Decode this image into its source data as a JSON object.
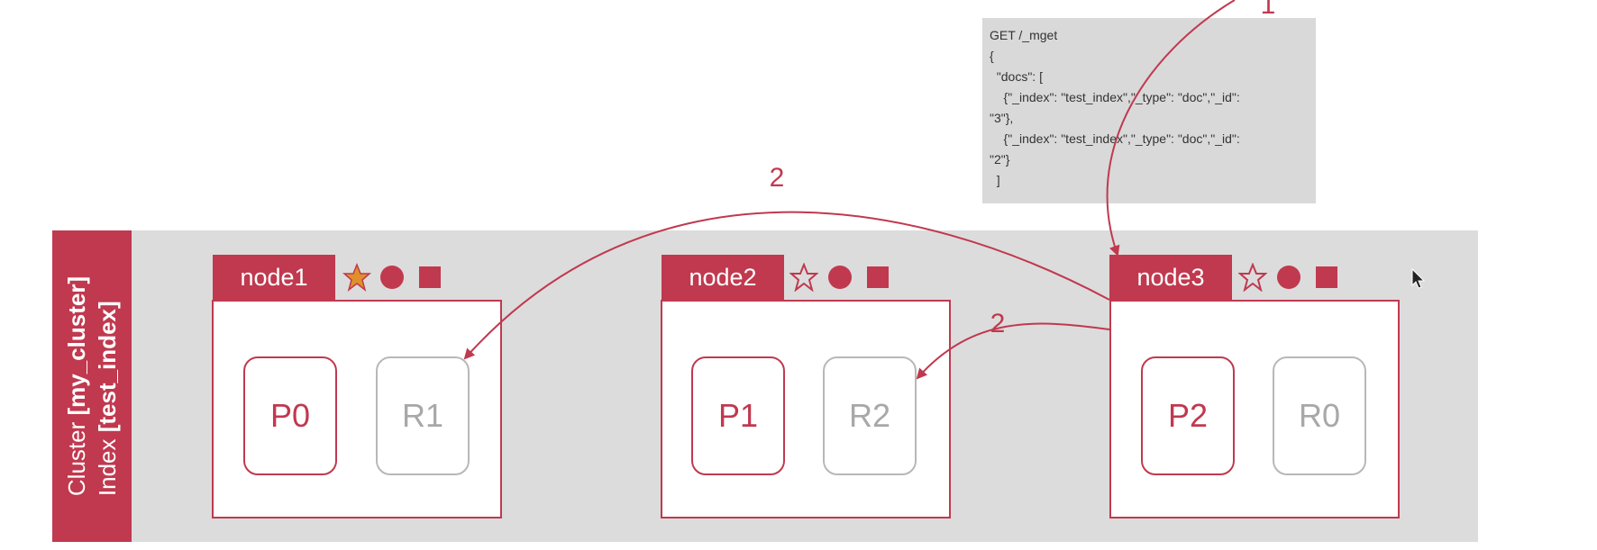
{
  "request": {
    "lines": [
      "GET /_mget",
      "{",
      "  \"docs\": [",
      "    {\"_index\": \"test_index\",\"_type\": \"doc\",\"_id\":",
      "\"3\"},",
      "    {\"_index\": \"test_index\",\"_type\": \"doc\",\"_id\":",
      "\"2\"}",
      "  ]"
    ]
  },
  "cluster": {
    "line1_prefix": "Cluster ",
    "line1_bold": "[my_cluster]",
    "line2_prefix": "Index ",
    "line2_bold": "[test_index]"
  },
  "nodes": [
    {
      "name": "node1",
      "star": "filled",
      "shards": [
        {
          "label": "P0",
          "kind": "primary"
        },
        {
          "label": "R1",
          "kind": "replica"
        }
      ]
    },
    {
      "name": "node2",
      "star": "outline",
      "shards": [
        {
          "label": "P1",
          "kind": "primary"
        },
        {
          "label": "R2",
          "kind": "replica"
        }
      ]
    },
    {
      "name": "node3",
      "star": "outline",
      "shards": [
        {
          "label": "P2",
          "kind": "primary"
        },
        {
          "label": "R0",
          "kind": "replica"
        }
      ]
    }
  ],
  "arrows": [
    {
      "label": "1"
    },
    {
      "label": "2"
    },
    {
      "label": "2"
    }
  ],
  "icons": [
    "star-icon",
    "circle-icon",
    "square-icon",
    "cursor-icon"
  ],
  "colors": {
    "accent": "#c0394f",
    "star_fill": "#e0902a",
    "replica": "#b8b8b8",
    "panel": "#dcdcdc",
    "request_bg": "#d9d9d9"
  }
}
